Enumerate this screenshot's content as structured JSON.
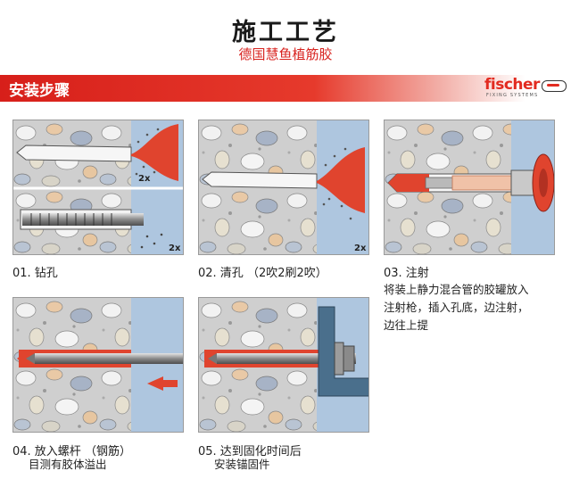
{
  "header": {
    "title": "施工工艺",
    "subtitle": "德国慧鱼植筋胶"
  },
  "section": {
    "label": "安装步骤"
  },
  "brand": {
    "name": "fischer",
    "tagline": "FIXING SYSTEMS"
  },
  "colors": {
    "accent": "#d71f1a",
    "concrete": "#c9c9c9",
    "adhesive": "#e0442e",
    "wall": "#a9c3de"
  },
  "steps": [
    {
      "caption": "01. 钻孔",
      "badges": [
        "2x",
        "2x"
      ],
      "desc": []
    },
    {
      "caption": "02. 清孔 （2吹2刷2吹）",
      "badges": [
        "2x"
      ],
      "desc": []
    },
    {
      "caption": "03. 注射",
      "badges": [],
      "desc": [
        "将装上静力混合管的胶罐放入",
        "注射枪，插入孔底，边注射，",
        "边往上提"
      ]
    },
    {
      "caption": "04. 放入螺杆 （钢筋）",
      "badges": [],
      "desc": [
        "目测有胶体溢出"
      ]
    },
    {
      "caption": "05. 达到固化时间后",
      "badges": [],
      "desc": [
        "安装锚固件"
      ]
    }
  ]
}
